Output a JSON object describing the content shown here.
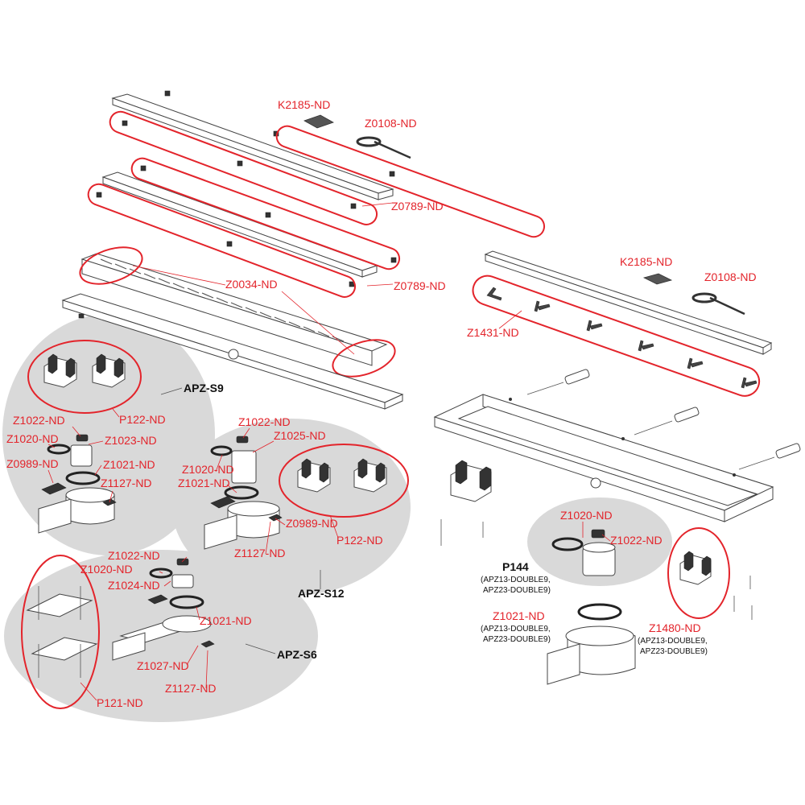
{
  "colors": {
    "accent": "#e3242b",
    "group_bg": "#d9d9d9",
    "outline": "#444444"
  },
  "labels": {
    "k2185_top": "K2185-ND",
    "z0108_top": "Z0108-ND",
    "z0789_a": "Z0789-ND",
    "z0789_b": "Z0789-ND",
    "z0034": "Z0034-ND",
    "k2185_right": "K2185-ND",
    "z0108_right": "Z0108-ND",
    "z1431": "Z1431-ND",
    "s9": {
      "group": "APZ-S9",
      "p122": "P122-ND",
      "z1022": "Z1022-ND",
      "z1020": "Z1020-ND",
      "z1023": "Z1023-ND",
      "z0989": "Z0989-ND",
      "z1021": "Z1021-ND",
      "z1127": "Z1127-ND"
    },
    "s12": {
      "group": "APZ-S12",
      "z1022": "Z1022-ND",
      "z1025": "Z1025-ND",
      "z1020": "Z1020-ND",
      "z1021": "Z1021-ND",
      "z0989": "Z0989-ND",
      "p122": "P122-ND",
      "z1127": "Z1127-ND"
    },
    "s6": {
      "group": "APZ-S6",
      "z1022": "Z1022-ND",
      "z1020": "Z1020-ND",
      "z1024": "Z1024-ND",
      "z1021": "Z1021-ND",
      "z1027": "Z1027-ND",
      "z1127": "Z1127-ND",
      "p121": "P121-ND"
    },
    "right_group": {
      "z1020": "Z1020-ND",
      "z1022": "Z1022-ND",
      "p144": "P144",
      "p144_sub1": "(APZ13-DOUBLE9,",
      "p144_sub2": "APZ23-DOUBLE9)",
      "z1021": "Z1021-ND",
      "z1021_sub1": "(APZ13-DOUBLE9,",
      "z1021_sub2": "APZ23-DOUBLE9)",
      "z1480": "Z1480-ND",
      "z1480_sub1": "(APZ13-DOUBLE9,",
      "z1480_sub2": "APZ23-DOUBLE9)"
    }
  }
}
